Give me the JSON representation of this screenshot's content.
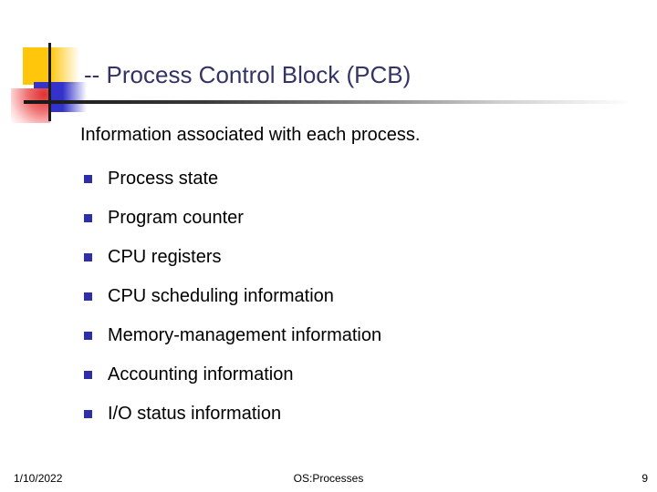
{
  "slide": {
    "title": "-- Process Control Block (PCB)",
    "intro": "Information associated with each process.",
    "bullets": [
      "Process state",
      "Program counter",
      "CPU registers",
      "CPU scheduling information",
      "Memory-management information",
      "Accounting information",
      "I/O status information"
    ],
    "footer": {
      "date": "1/10/2022",
      "center": "OS:Processes",
      "page_number": "9"
    },
    "colors": {
      "title_text": "#333366",
      "bullet_marker": "#2E2EA8",
      "accent_yellow": "#FFC60B",
      "accent_blue": "#3333CC",
      "accent_red": "#E03030"
    }
  }
}
